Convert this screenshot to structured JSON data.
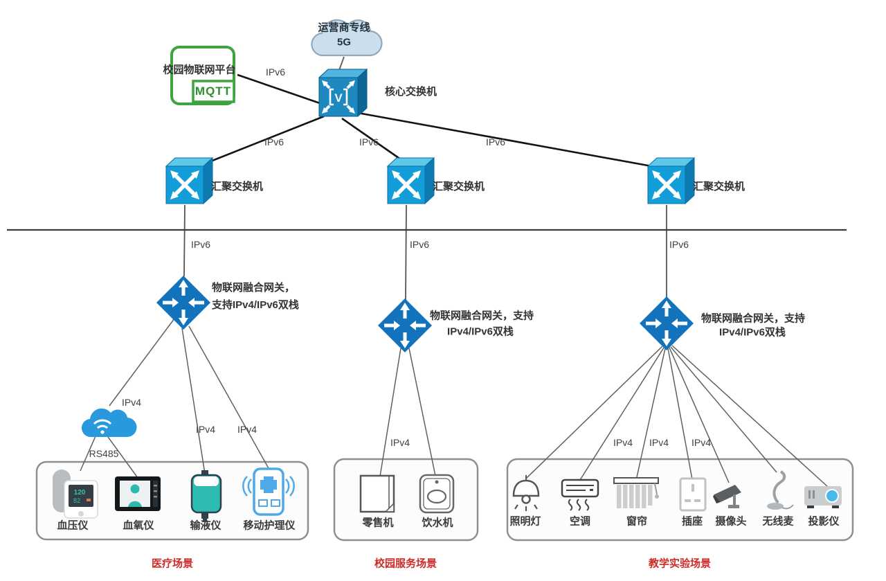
{
  "nodes": {
    "cloud_line1": "运营商专线",
    "cloud_line2": "5G",
    "platform": "校园物联网平台",
    "platform_protocol": "MQTT",
    "core_switch": "核心交换机",
    "core_glyph": "V",
    "agg_switch": "汇聚交换机",
    "gateway_left_line1": "物联网融合网关，",
    "gateway_left_line2": "支持IPv4/IPv6双栈",
    "gateway_line1": "物联网融合网关，支持",
    "gateway_line2": "IPv4/IPv6双栈"
  },
  "links": {
    "ipv6": "IPv6",
    "ipv4": "IPv4",
    "rs485": "RS485"
  },
  "scenes": [
    {
      "name": "医疗场景",
      "devices": [
        "血压仪",
        "血氧仪",
        "输液仪",
        "移动护理仪"
      ]
    },
    {
      "name": "校园服务场景",
      "devices": [
        "零售机",
        "饮水机"
      ]
    },
    {
      "name": "教学实验场景",
      "devices": [
        "照明灯",
        "空调",
        "窗帘",
        "插座",
        "摄像头",
        "无线麦",
        "投影仪"
      ]
    }
  ],
  "device_screen": {
    "bp_sys": "120",
    "bp_dia": "82"
  },
  "colors": {
    "switch_front": "#149ed9",
    "switch_top": "#5ec8ea",
    "switch_side": "#0d7ab2",
    "router_blue": "#1273bc",
    "cloud_fill": "#cadeee",
    "wifi_cloud": "#2899dd",
    "platform_green": "#3fa33f",
    "scene_red": "#cd2b27",
    "device_teal": "#2dbcb1",
    "nursing_blue": "#4fa8e8",
    "projector_lens": "#4ab8e8"
  }
}
